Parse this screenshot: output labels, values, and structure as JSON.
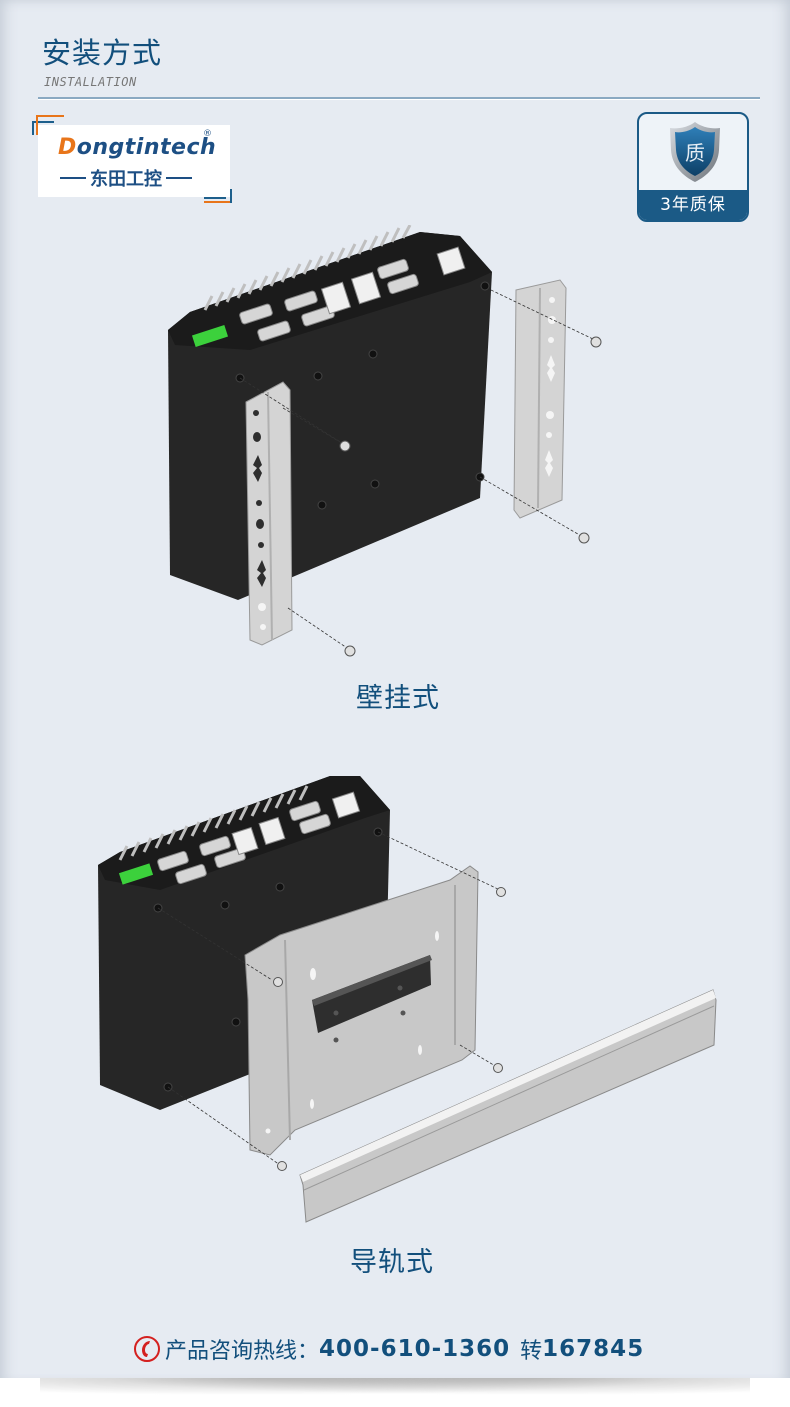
{
  "header": {
    "title": "安装方式",
    "subtitle": "INSTALLATION"
  },
  "logo": {
    "brand_first_letter": "D",
    "brand_rest": "ongtintech",
    "registered_mark": "®",
    "chinese_name": "东田工控"
  },
  "badge": {
    "shield_char": "质",
    "label": "3年质保"
  },
  "sections": [
    {
      "caption": "壁挂式",
      "illustration": "wall-mount-diagram"
    },
    {
      "caption": "导轨式",
      "illustration": "din-rail-mount-diagram"
    }
  ],
  "hotline": {
    "icon": "phone-icon",
    "label": "产品咨询热线：",
    "number": "400-610-1360",
    "ext_label": "转",
    "ext_number": "167845"
  },
  "colors": {
    "primary": "#124f7c",
    "accent_orange": "#e8751a",
    "background": "#e6ebf2",
    "phone_red": "#d4201f"
  }
}
